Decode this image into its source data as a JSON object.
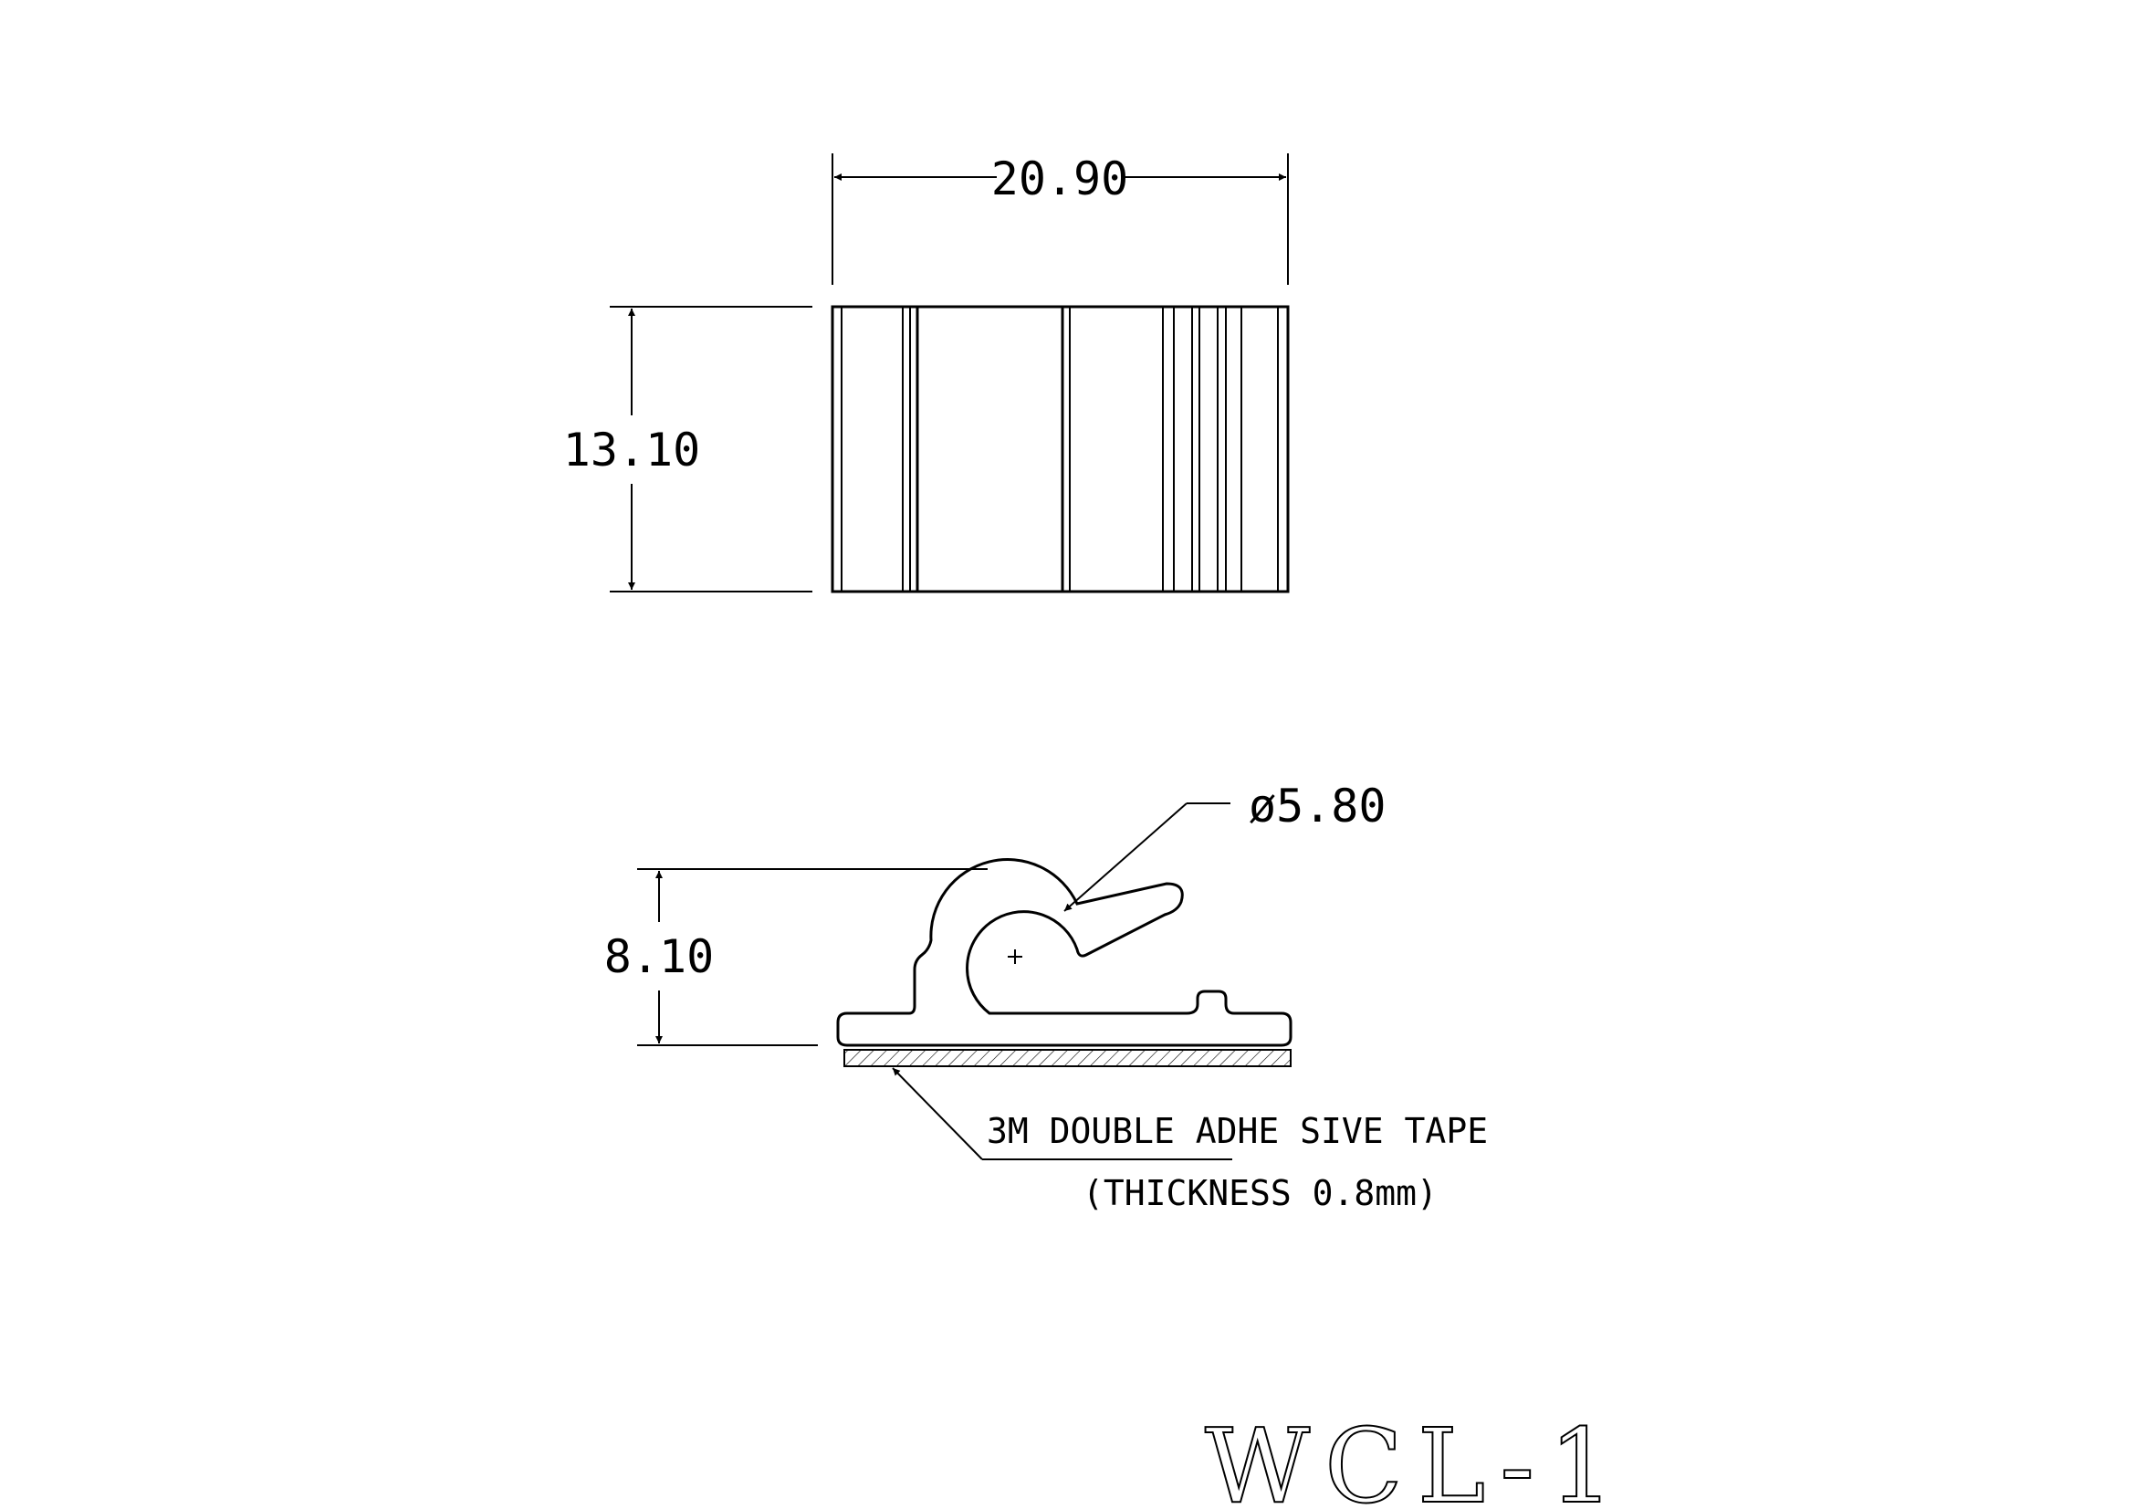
{
  "top_view": {
    "width_dimension": "20.90",
    "height_dimension": "13.10"
  },
  "side_view": {
    "hole_diameter": "ø5.80",
    "height_dimension": "8.10",
    "tape_note_line1": "3M DOUBLE ADHE SIVE TAPE",
    "tape_note_line2": "(THICKNESS 0.8mm)"
  },
  "part_number": "WCL-1"
}
